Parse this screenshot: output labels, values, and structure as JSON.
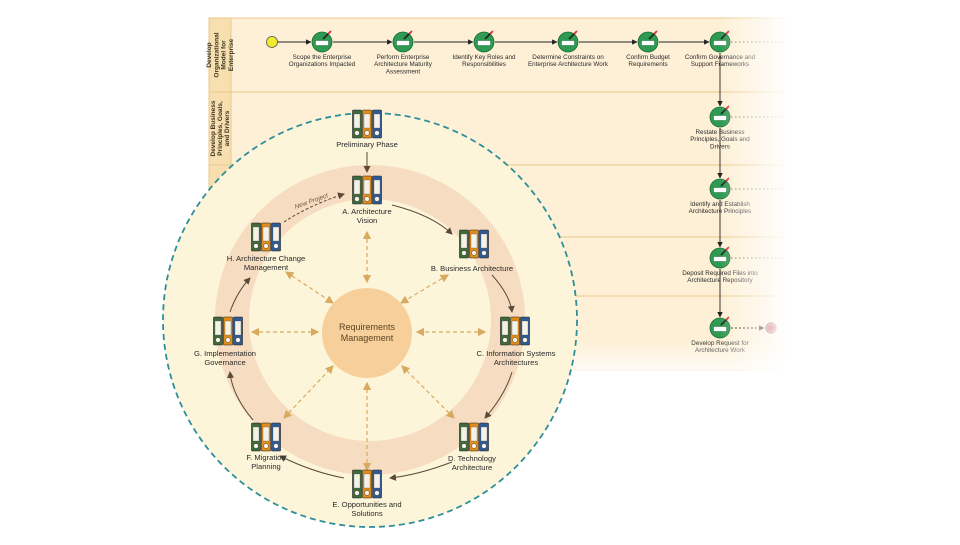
{
  "process": {
    "lanes": [
      {
        "label": [
          "Develop",
          "Organizational",
          "Model for",
          "Enterprise"
        ]
      },
      {
        "label": [
          "Develop Business",
          "Principles, Goals,",
          "and Drivers"
        ]
      },
      {
        "label": [
          ""
        ]
      },
      {
        "label": [
          ""
        ]
      },
      {
        "label": [
          ""
        ]
      }
    ],
    "tasks": [
      {
        "label": [
          "Scope the Enterprise",
          "Organizations Impacted"
        ]
      },
      {
        "label": [
          "Perform Enterprise",
          "Architecture Maturity",
          "Assessment"
        ]
      },
      {
        "label": [
          "Identify Key Roles and",
          "Responsibilities"
        ]
      },
      {
        "label": [
          "Determine Constraints on",
          "Enterprise Architecture Work"
        ]
      },
      {
        "label": [
          "Confirm Budget",
          "Requirements"
        ]
      },
      {
        "label": [
          "Confirm Governance and",
          "Support Frameworks"
        ]
      },
      {
        "label": [
          "Restate Business",
          "Principles, Goals and",
          "Drivers"
        ]
      },
      {
        "label": [
          "Identify and Establish",
          "Architecture Principles"
        ]
      },
      {
        "label": [
          "Deposit Required Files into",
          "Architecture Repository"
        ]
      },
      {
        "label": [
          "Develop Request for",
          "Architecture Work"
        ]
      }
    ]
  },
  "cycle": {
    "center": [
      "Requirements",
      "Management"
    ],
    "new_project_label": "New Project",
    "phases": [
      {
        "id": "prelim",
        "label": [
          "Preliminary Phase"
        ]
      },
      {
        "id": "a",
        "label": [
          "A. Architecture",
          "Vision"
        ]
      },
      {
        "id": "b",
        "label": [
          "B. Business Architecture"
        ]
      },
      {
        "id": "c",
        "label": [
          "C. Information Systems",
          "Architectures"
        ]
      },
      {
        "id": "d",
        "label": [
          "D. Technology",
          "Architecture"
        ]
      },
      {
        "id": "e",
        "label": [
          "E. Opportunities and",
          "Solutions"
        ]
      },
      {
        "id": "f",
        "label": [
          "F. Migration",
          "Planning"
        ]
      },
      {
        "id": "g",
        "label": [
          "G. Implementation",
          "Governance"
        ]
      },
      {
        "id": "h",
        "label": [
          "H. Architecture Change",
          "Management"
        ]
      }
    ]
  },
  "colors": {
    "lane_bg": "#fdf0d6",
    "lane_head": "#f7dfb0",
    "lane_border": "#e8c98a",
    "task_green": "#2e9a52",
    "binder_green": "#3f6a3a",
    "binder_orange": "#e08c1c",
    "binder_blue": "#2f5a92",
    "lens_fill": "#fdf5d9",
    "lens_border": "#2e8f9a",
    "ring": "#f6dcc0",
    "center_fill": "#f7cf9a",
    "dashed_arrow": "#d7aa5f",
    "solid_arrow": "#5b4a3a"
  }
}
